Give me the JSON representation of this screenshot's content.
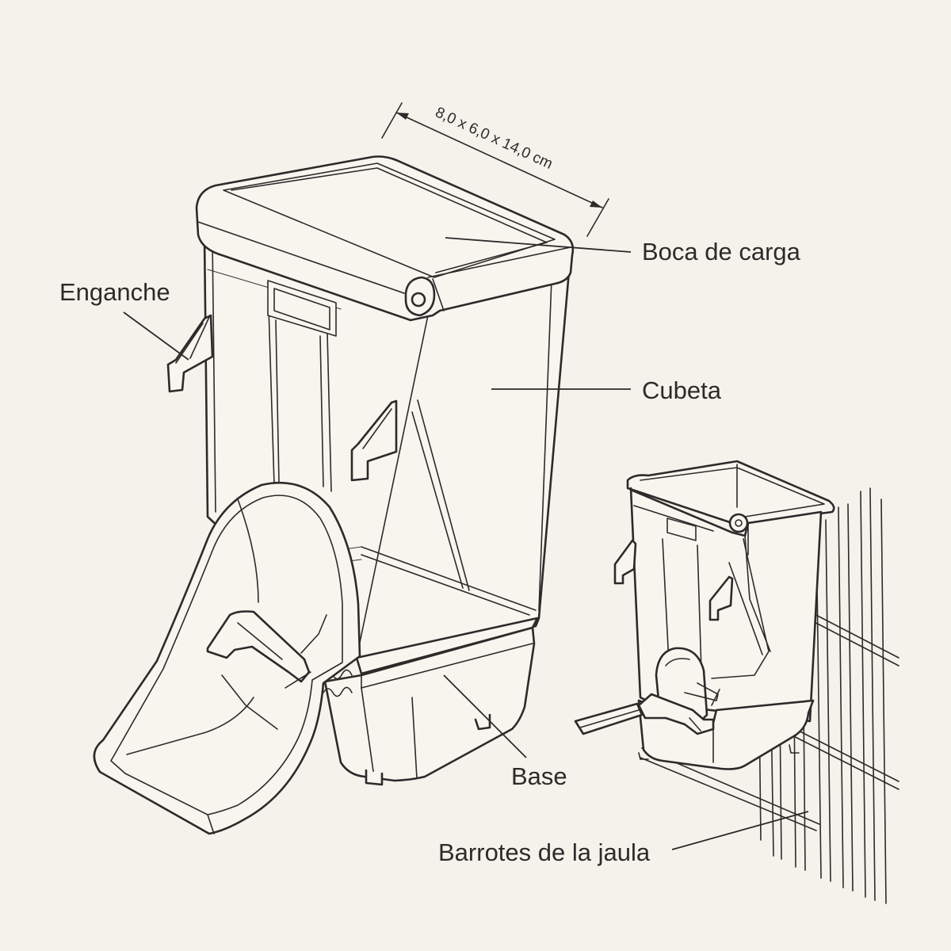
{
  "dimension": "8,0 x 6,0 x 14,0 cm",
  "labels": {
    "boca": "Boca de carga",
    "enganche": "Enganche",
    "cubeta": "Cubeta",
    "base": "Base",
    "barrotes": "Barrotes de la jaula"
  },
  "colors": {
    "background": "#f4f2ea",
    "line": "#2b2b2b"
  }
}
